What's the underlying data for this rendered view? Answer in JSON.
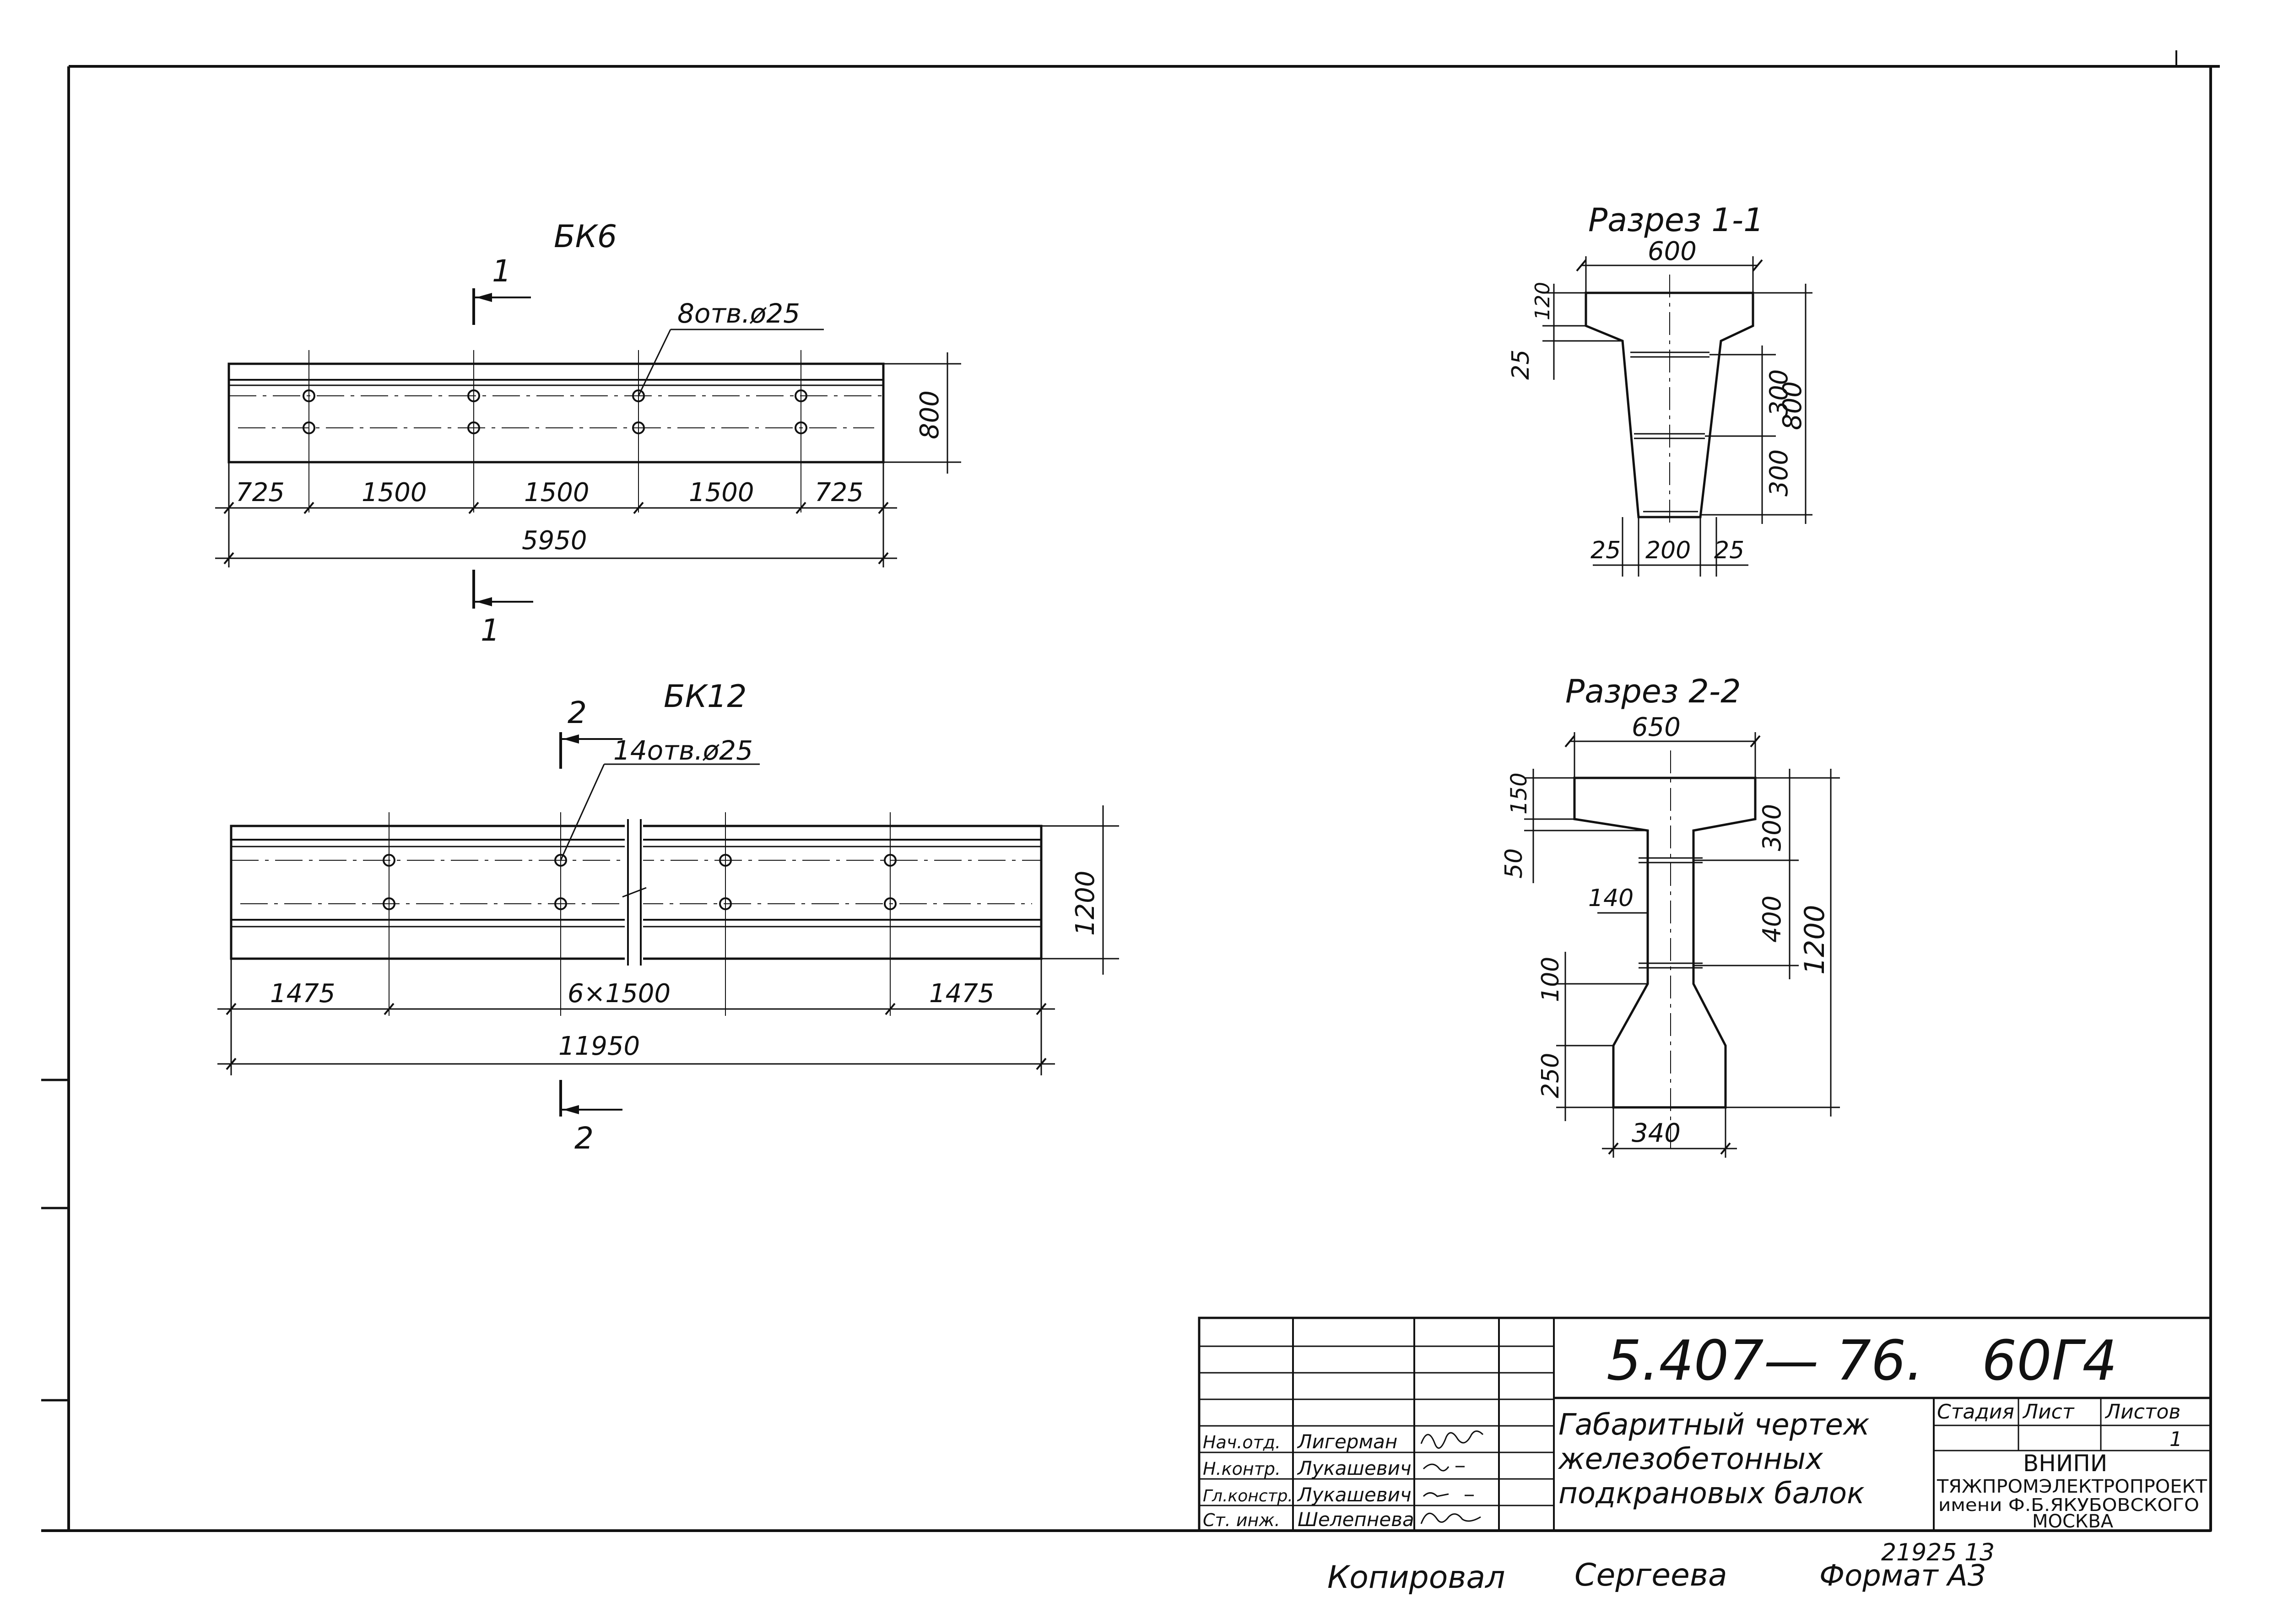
{
  "beam_bk6": {
    "title": "БК6",
    "section_mark": "1",
    "holes_note": "8отв.ø25",
    "height": "800",
    "dims": [
      "725",
      "1500",
      "1500",
      "1500",
      "725"
    ],
    "total": "5950"
  },
  "beam_bk12": {
    "title": "БК12",
    "section_mark": "2",
    "holes_note": "14отв.ø25",
    "height": "1200",
    "dims": [
      "1475",
      "6×1500",
      "1475"
    ],
    "total": "11950"
  },
  "section_1": {
    "title": "Разрез 1-1",
    "top_width": "600",
    "flange": "120",
    "haunch": "25",
    "web_upper": "300",
    "web_lower": "300",
    "total_height": "800",
    "bottom": [
      "25",
      "200",
      "25"
    ]
  },
  "section_2": {
    "title": "Разрез 2-2",
    "top_width": "650",
    "flange": "150",
    "haunch": "50",
    "upper_right": "300",
    "web_width": "140",
    "web_mid": "400",
    "total_height": "1200",
    "lower_haunch": "100",
    "bottom_flange": "250",
    "bottom_width": "340"
  },
  "title_block": {
    "code": "5.407— 76.",
    "sheet_code": "60Г4",
    "description": [
      "Габаритный чертеж",
      "железобетонных",
      "подкрановых балок"
    ],
    "headers": [
      "Стадия",
      "Лист",
      "Листов"
    ],
    "sheets_total": "1",
    "roles": [
      "Нач.отд.",
      "Н.контр.",
      "Гл.констр.",
      "Ст. инж."
    ],
    "names": [
      "Лигерман",
      "Лукашевич",
      "Лукашевич",
      "Шелепнева"
    ],
    "org": [
      "ВНИПИ",
      "ТЯЖПРОМЭЛЕКТРОПРОЕКТ",
      "имени Ф.Б.ЯКУБОВСКОГО",
      "МОСКВА"
    ]
  },
  "footer": {
    "copied": "Копировал",
    "copier": "Сергеева",
    "number": "21925  13",
    "format": "Формат А3"
  }
}
